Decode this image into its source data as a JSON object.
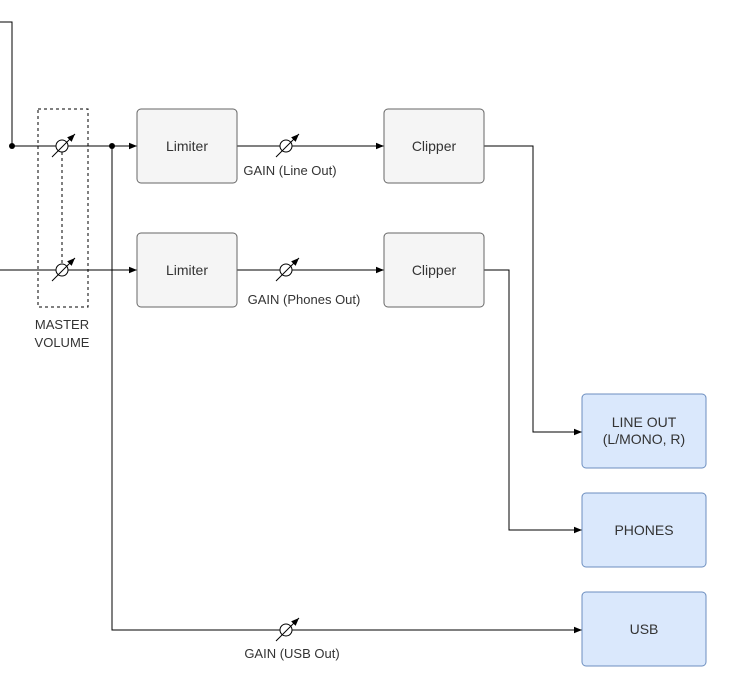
{
  "blocks": {
    "limiter_top": "Limiter",
    "limiter_bottom": "Limiter",
    "clipper_top": "Clipper",
    "clipper_bottom": "Clipper"
  },
  "outputs": {
    "line_out_line1": "LINE OUT",
    "line_out_line2": "(L/MONO, R)",
    "phones": "PHONES",
    "usb": "USB"
  },
  "labels": {
    "gain_line_out": "GAIN (Line Out)",
    "gain_phones_out": "GAIN (Phones Out)",
    "gain_usb_out": "GAIN (USB Out)",
    "master_volume_line1": "MASTER",
    "master_volume_line2": "VOLUME"
  },
  "colors": {
    "block_fill": "#f5f5f5",
    "block_stroke": "#666666",
    "output_fill": "#dae8fc",
    "output_stroke": "#6c8ebf"
  }
}
